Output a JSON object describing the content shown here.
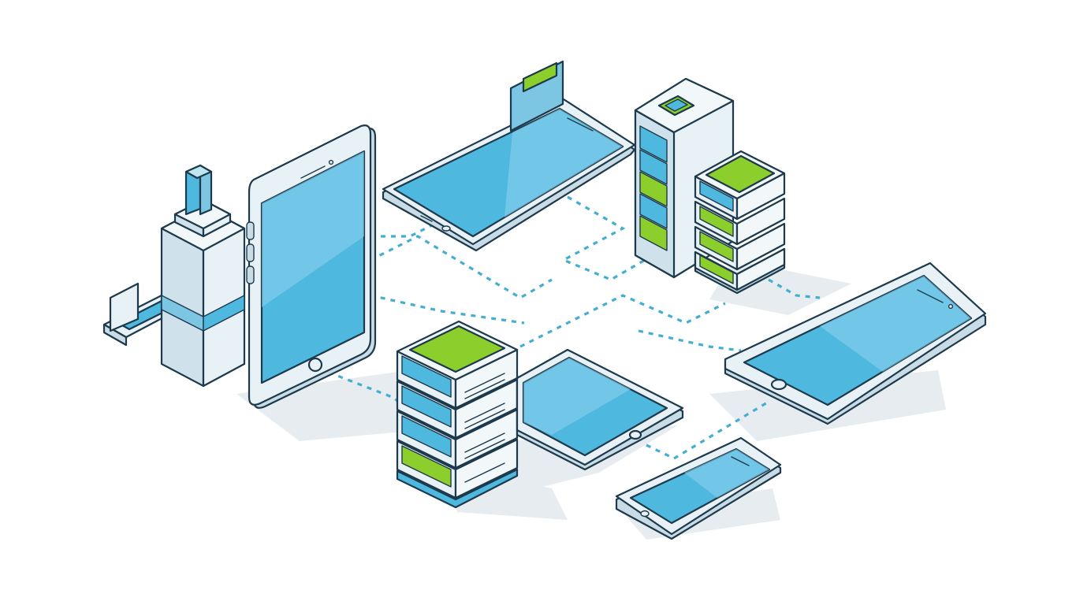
{
  "illustration": {
    "style": "isometric line-art",
    "colors": {
      "background": "#ffffff",
      "outline": "#1d3a4c",
      "screen": "#4fb8df",
      "screen_light": "#8fd3ee",
      "device_body": "#e8f1f6",
      "device_side": "#c9dbe5",
      "accent_green": "#8ccf2c",
      "connection": "#45aed0",
      "shadow": "#e3eaee"
    },
    "devices": [
      {
        "id": "office-tower",
        "icon": "building-icon"
      },
      {
        "id": "portrait-tablet",
        "icon": "tablet-icon"
      },
      {
        "id": "laptop-tablet",
        "icon": "tablet-icon"
      },
      {
        "id": "tower-server",
        "icon": "server-tower-icon"
      },
      {
        "id": "server-stack-right",
        "icon": "server-stack-icon"
      },
      {
        "id": "server-stack-center",
        "icon": "server-stack-icon"
      },
      {
        "id": "small-tablet",
        "icon": "tablet-icon"
      },
      {
        "id": "landscape-phone",
        "icon": "phone-icon"
      },
      {
        "id": "small-phone",
        "icon": "phone-icon"
      }
    ]
  }
}
